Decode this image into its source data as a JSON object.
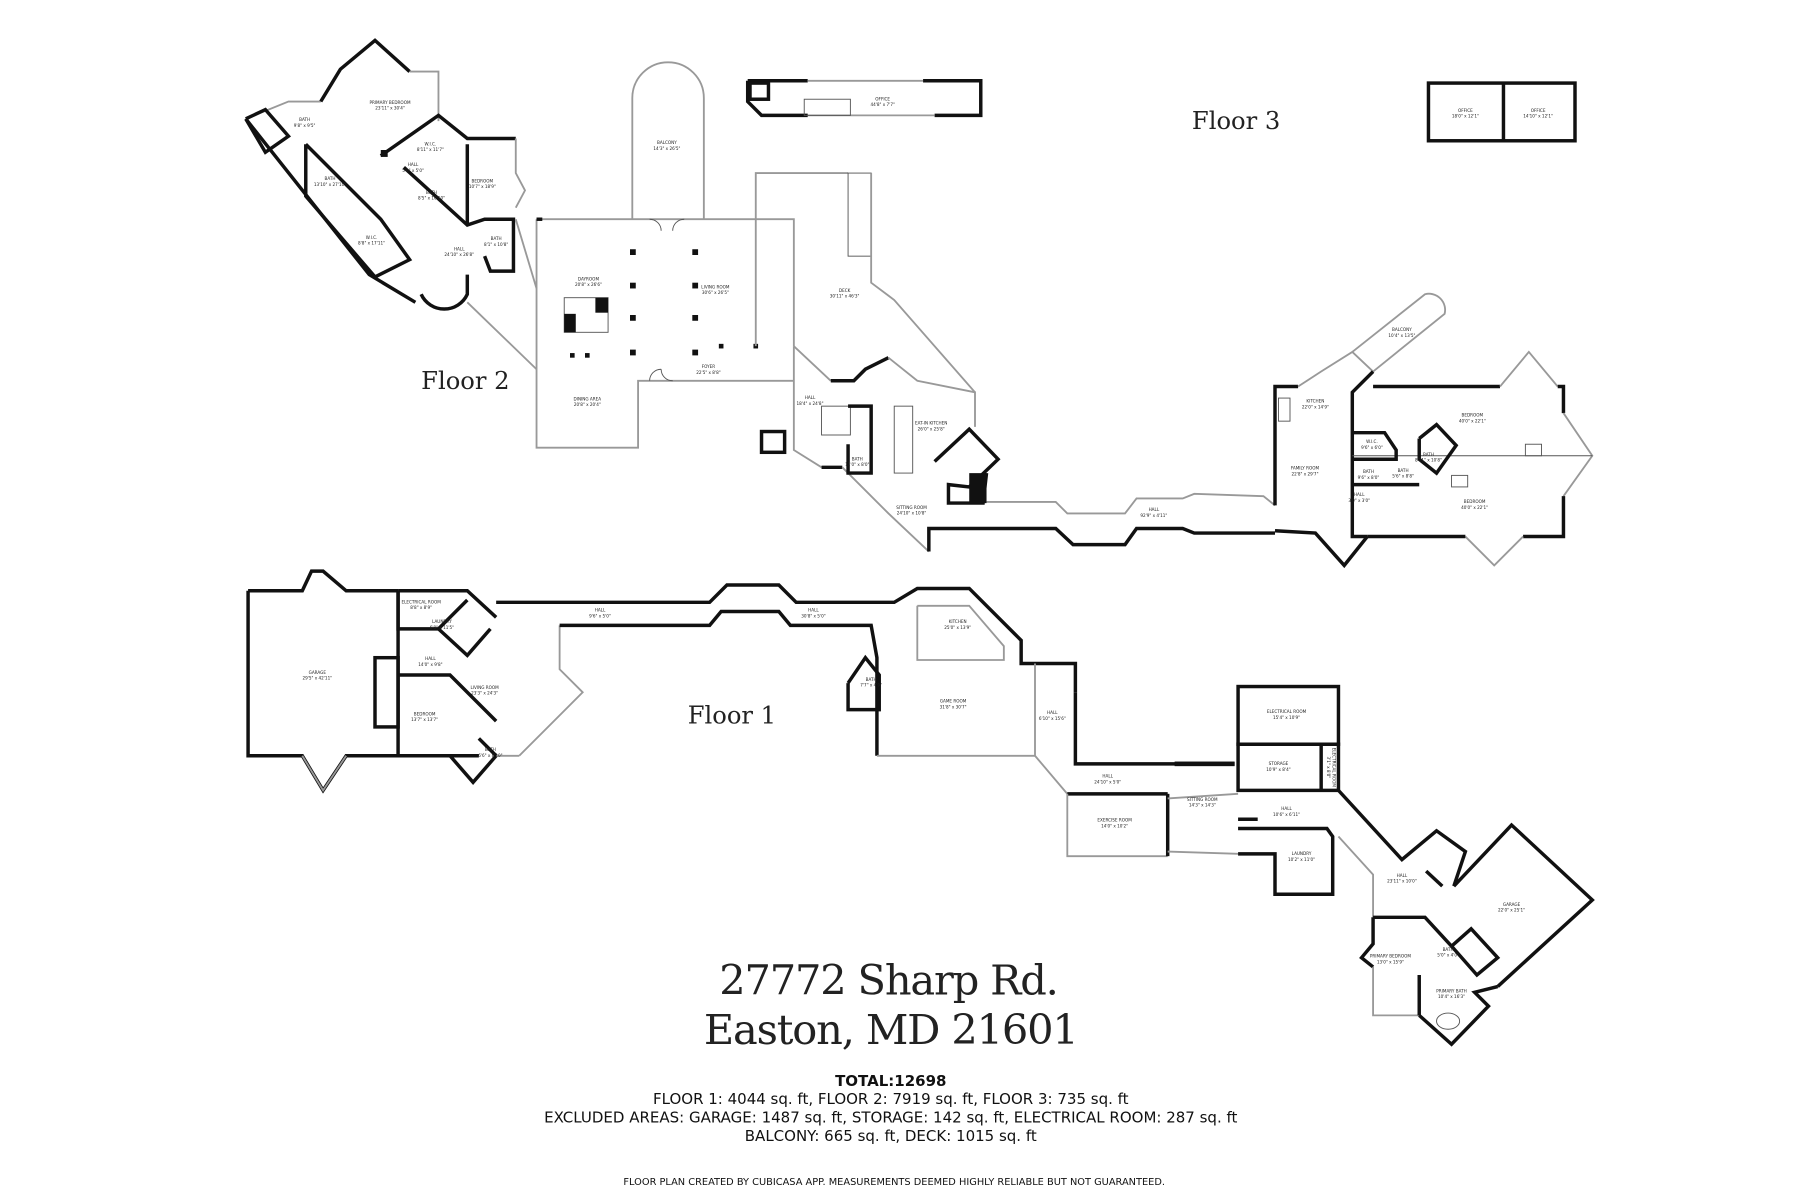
{
  "floors": {
    "floor1": "Floor 1",
    "floor2": "Floor 2",
    "floor3": "Floor 3"
  },
  "rooms": [
    {
      "name": "PRIMARY BEDROOM",
      "dim": "23'11\" x 30'4\""
    },
    {
      "name": "BATH",
      "dim": "9'8\" x 9'5\""
    },
    {
      "name": "W.I.C.",
      "dim": "8'11\" x 11'7\""
    },
    {
      "name": "HALL",
      "dim": "5'0\" x 5'0\""
    },
    {
      "name": "BATH",
      "dim": "13'10\" x 27'10\""
    },
    {
      "name": "BATH",
      "dim": "8'5\" x 10'10\""
    },
    {
      "name": "BEDROOM",
      "dim": "10'7\" x 18'9\""
    },
    {
      "name": "W.I.C.",
      "dim": "8'8\" x 17'11\""
    },
    {
      "name": "BATH",
      "dim": "8'1\" x 10'8\""
    },
    {
      "name": "HALL",
      "dim": "24'10\" x 26'8\""
    },
    {
      "name": "BALCONY",
      "dim": "14'3\" x 26'5\""
    },
    {
      "name": "DAYROOM",
      "dim": "20'8\" x 26'6\""
    },
    {
      "name": "LIVING ROOM",
      "dim": "30'6\" x 26'5\""
    },
    {
      "name": "FOYER",
      "dim": "22'5\" x 8'8\""
    },
    {
      "name": "DINING AREA",
      "dim": "20'8\" x 20'4\""
    },
    {
      "name": "DECK",
      "dim": "30'11\" x 46'3\""
    },
    {
      "name": "HALL",
      "dim": "18'4\" x 24'8\""
    },
    {
      "name": "EAT-IN KITCHEN",
      "dim": "26'0\" x 25'8\""
    },
    {
      "name": "BATH",
      "dim": "11'0\" x 8'0\""
    },
    {
      "name": "SITTING ROOM",
      "dim": "24'10\" x 10'8\""
    },
    {
      "name": "HALL",
      "dim": "92'9\" x 4'11\""
    },
    {
      "name": "OFFICE",
      "dim": "44'8\" x 7'7\""
    },
    {
      "name": "BALCONY",
      "dim": "10'4\" x 13'5\""
    },
    {
      "name": "KITCHEN",
      "dim": "22'0\" x 14'9\""
    },
    {
      "name": "FAMILY ROOM",
      "dim": "22'8\" x 29'7\""
    },
    {
      "name": "W.I.C.",
      "dim": "9'6\" x 6'0\""
    },
    {
      "name": "BATH",
      "dim": "9'6\" x 8'0\""
    },
    {
      "name": "BATH",
      "dim": "5'6\" x 8'8\""
    },
    {
      "name": "BATH",
      "dim": "8'11\" x 10'8\""
    },
    {
      "name": "HALL",
      "dim": "3'0\" x 3'0\""
    },
    {
      "name": "BEDROOM",
      "dim": "40'0\" x 22'1\""
    },
    {
      "name": "BEDROOM",
      "dim": "40'0\" x 22'1\""
    },
    {
      "name": "OFFICE",
      "dim": "18'0\" x 12'1\""
    },
    {
      "name": "OFFICE",
      "dim": "14'10\" x 12'1\""
    },
    {
      "name": "GARAGE",
      "dim": "29'5\" x 42'11\""
    },
    {
      "name": "ELECTRICAL ROOM",
      "dim": "8'8\" x 8'9\""
    },
    {
      "name": "LAUNDRY",
      "dim": "6'8\" x 11'5\""
    },
    {
      "name": "HALL",
      "dim": "14'0\" x 9'8\""
    },
    {
      "name": "LIVING ROOM",
      "dim": "23'3\" x 24'3\""
    },
    {
      "name": "BEDROOM",
      "dim": "13'7\" x 13'7\""
    },
    {
      "name": "BATH",
      "dim": "6'6\" x 8'10\""
    },
    {
      "name": "HALL",
      "dim": "9'6\" x 5'0\""
    },
    {
      "name": "HALL",
      "dim": "30'8\" x 5'0\""
    },
    {
      "name": "KITCHEN",
      "dim": "25'0\" x 13'9\""
    },
    {
      "name": "BATH",
      "dim": "7'7\" x 4'0\""
    },
    {
      "name": "GAME ROOM",
      "dim": "31'8\" x 30'7\""
    },
    {
      "name": "HALL",
      "dim": "6'10\" x 15'6\""
    },
    {
      "name": "HALL",
      "dim": "24'10\" x 5'0\""
    },
    {
      "name": "SITTING ROOM",
      "dim": "14'3\" x 14'3\""
    },
    {
      "name": "EXERCISE ROOM",
      "dim": "14'0\" x 10'2\""
    },
    {
      "name": "ELECTRICAL ROOM",
      "dim": "15'4\" x 10'9\""
    },
    {
      "name": "STORAGE",
      "dim": "10'9\" x 8'4\""
    },
    {
      "name": "ELECTRICAL ROOM",
      "dim": "3'1\" x 8'0\""
    },
    {
      "name": "HALL",
      "dim": "10'6\" x 6'11\""
    },
    {
      "name": "LAUNDRY",
      "dim": "10'2\" x 11'0\""
    },
    {
      "name": "HALL",
      "dim": "23'11\" x 10'0\""
    },
    {
      "name": "GARAGE",
      "dim": "22'0\" x 25'1\""
    },
    {
      "name": "PRIMARY BEDROOM",
      "dim": "13'0\" x 15'9\""
    },
    {
      "name": "BATH",
      "dim": "5'0\" x 4'0\""
    },
    {
      "name": "PRIMARY BATH",
      "dim": "10'4\" x 16'3\""
    }
  ],
  "address": {
    "line1": "27772 Sharp Rd.",
    "line2": "Easton, MD 21601"
  },
  "summary": {
    "total": "TOTAL:12698",
    "floors_line": "FLOOR 1: 4044 sq. ft, FLOOR 2: 7919 sq. ft, FLOOR 3: 735 sq. ft",
    "excluded_line": "EXCLUDED AREAS: GARAGE: 1487 sq. ft, STORAGE: 142 sq. ft, ELECTRICAL ROOM: 287 sq. ft",
    "outdoor_line": "BALCONY: 665 sq. ft, DECK: 1015 sq. ft"
  },
  "footer": "FLOOR PLAN CREATED BY CUBICASA APP. MEASUREMENTS DEEMED HIGHLY RELIABLE BUT NOT GUARANTEED."
}
